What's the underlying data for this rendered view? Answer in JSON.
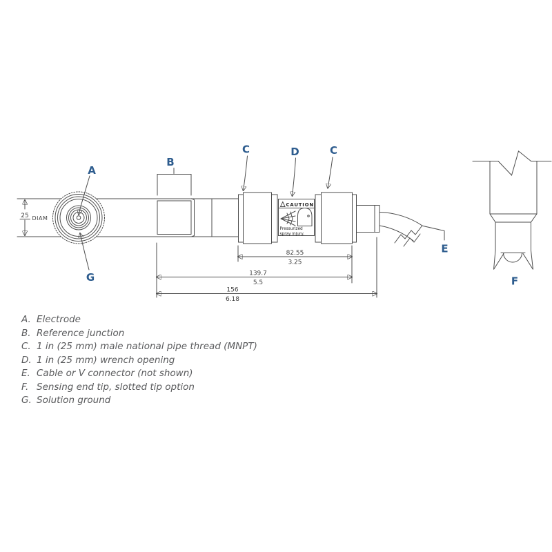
{
  "diagram": {
    "part_labels": {
      "a": "A",
      "b": "B",
      "c_left": "C",
      "d": "D",
      "c_right": "C",
      "e": "E",
      "f": "F",
      "g": "G"
    },
    "dimensions": {
      "diameter": {
        "value": "25",
        "unit_label": "DIAM"
      },
      "thread_span": {
        "mm": "82.55",
        "inch": "3.25"
      },
      "body_span": {
        "mm": "139.7",
        "inch": "5.5"
      },
      "overall": {
        "mm": "156",
        "inch": "6.18"
      }
    },
    "caution_label": {
      "title": "CAUTION",
      "line1": "Pressurized",
      "line2": "spray injury."
    }
  },
  "legend": {
    "items": [
      {
        "key": "A.",
        "text": "Electrode"
      },
      {
        "key": "B.",
        "text": "Reference junction"
      },
      {
        "key": "C.",
        "text": "1 in (25 mm) male national pipe thread (MNPT)"
      },
      {
        "key": "D.",
        "text": "1 in (25 mm) wrench opening"
      },
      {
        "key": "E.",
        "text": "Cable or V connector (not shown)"
      },
      {
        "key": "F.",
        "text": "Sensing end tip, slotted tip option"
      },
      {
        "key": "G.",
        "text": "Solution ground"
      }
    ]
  },
  "colors": {
    "label_blue": "#2d5c8e",
    "legend_text": "#595a5c",
    "line": "#4d4d4d"
  }
}
